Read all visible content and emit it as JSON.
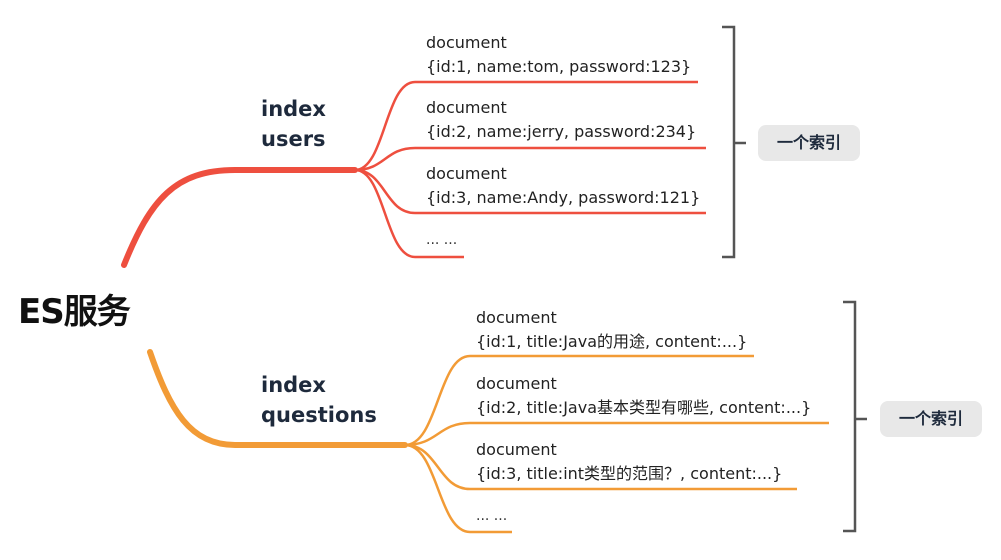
{
  "root": {
    "label": "ES服务"
  },
  "colors": {
    "branch_top": "#ee4f3f",
    "branch_bottom": "#f29b36",
    "bracket": "#555555",
    "tag_bg": "#e8e8e8"
  },
  "indices": [
    {
      "name_line1": "index",
      "name_line2": "users",
      "documents": [
        {
          "title": "document",
          "content": "{id:1, name:tom, password:123}"
        },
        {
          "title": "document",
          "content": "{id:2, name:jerry, password:234}"
        },
        {
          "title": "document",
          "content": "{id:3, name:Andy, password:121}"
        }
      ],
      "more": "... ...",
      "tag": "一个索引"
    },
    {
      "name_line1": "index",
      "name_line2": "questions",
      "documents": [
        {
          "title": "document",
          "content": "{id:1, title:Java的用途, content:...}"
        },
        {
          "title": "document",
          "content": "{id:2, title:Java基本类型有哪些, content:...}"
        },
        {
          "title": "document",
          "content": "{id:3, title:int类型的范围？, content:...}"
        }
      ],
      "more": "... ...",
      "tag": "一个索引"
    }
  ]
}
